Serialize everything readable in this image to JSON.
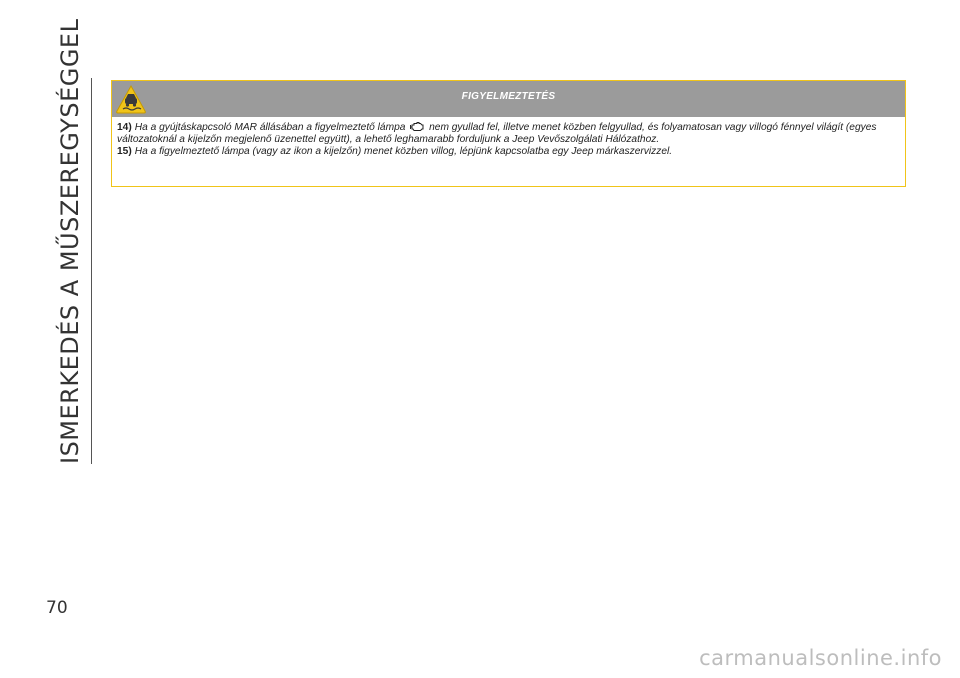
{
  "side_title": "ISMERKEDÉS A MŰSZEREGYSÉGGEL",
  "page_number": "70",
  "warning": {
    "title": "FIGYELMEZTETÉS",
    "icon": "warning-triangle-icon",
    "items": [
      {
        "number": "14)",
        "text_before_icon": "Ha a gyújtáskapcsoló MAR állásában a figyelmeztető lámpa",
        "inline_icon": "engine-check-icon",
        "text_after_icon": "nem gyullad fel, illetve menet közben felgyullad, és folyamatosan vagy villogó fénnyel világít (egyes változatoknál a kijelzőn megjelenő üzenettel együtt), a lehető leghamarabb forduljunk a Jeep Vevőszolgálati Hálózathoz."
      },
      {
        "number": "15)",
        "text": "Ha a figyelmeztető lámpa (vagy az ikon a kijelzőn) menet közben villog, lépjünk kapcsolatba egy Jeep márkaszervizzel."
      }
    ],
    "accent_color": "#f0c419",
    "header_color": "#9b9b9b"
  },
  "watermark": "carmanualsonline.info"
}
